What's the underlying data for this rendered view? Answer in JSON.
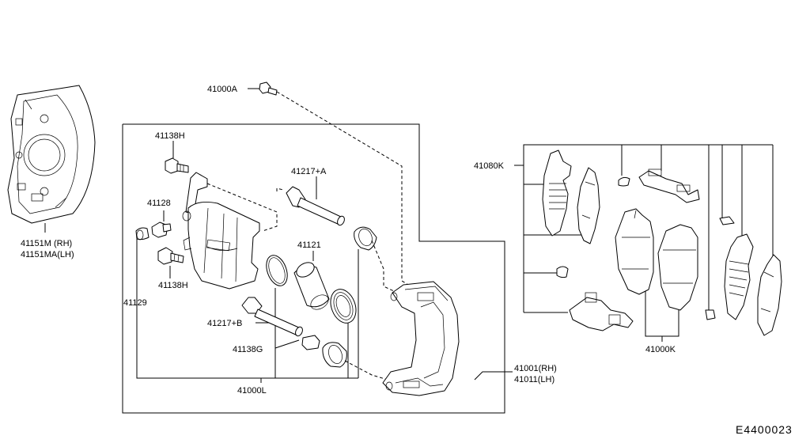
{
  "diagram": {
    "reference": "E4400023",
    "labels": {
      "p41000A": "41000A",
      "p41138H_top": "41138H",
      "p41128": "41128",
      "p41138H_bottom": "41138H",
      "p41129": "41129",
      "p41217A": "41217+A",
      "p41121": "41121",
      "p41217B": "41217+B",
      "p41138G": "41138G",
      "p41000L": "41000L",
      "p41001": "41001(RH)",
      "p41011": "41011(LH)",
      "p41151M": "41151M  (RH)",
      "p41151MA": "41151MA(LH)",
      "p41080K": "41080K",
      "p41000K": "41000K"
    }
  }
}
